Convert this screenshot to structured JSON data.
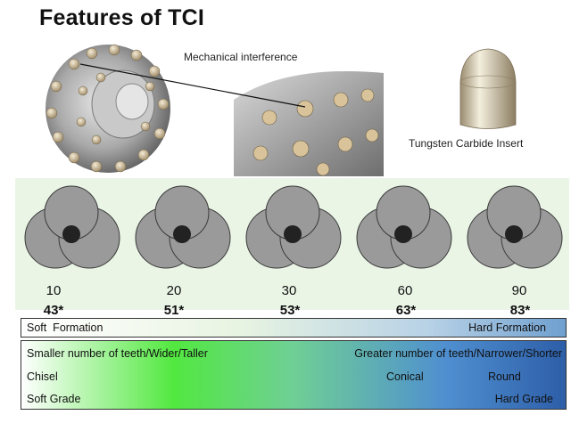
{
  "title": "Features of TCI",
  "top_labels": {
    "mechanical": "Mechanical interference",
    "insert": "Tungsten Carbide Insert"
  },
  "bits": [
    {
      "num": "10",
      "grade": "43*"
    },
    {
      "num": "20",
      "grade": "51*"
    },
    {
      "num": "30",
      "grade": "53*"
    },
    {
      "num": "60",
      "grade": "63*"
    },
    {
      "num": "90",
      "grade": "83*"
    }
  ],
  "bar1": {
    "left": "Soft  Formation",
    "right": "Hard Formation"
  },
  "bar2": {
    "row1_left": "Smaller number of teeth/Wider/Taller",
    "row1_right": "Greater number of teeth/Narrower/Shorter",
    "chisel": "Chisel",
    "conical": "Conical",
    "round": "Round",
    "soft_grade": "Soft Grade",
    "hard_grade": "Hard Grade"
  },
  "colors": {
    "band": "#eaf5e6",
    "green": "#52e840",
    "blue": "#2d5ea8"
  }
}
